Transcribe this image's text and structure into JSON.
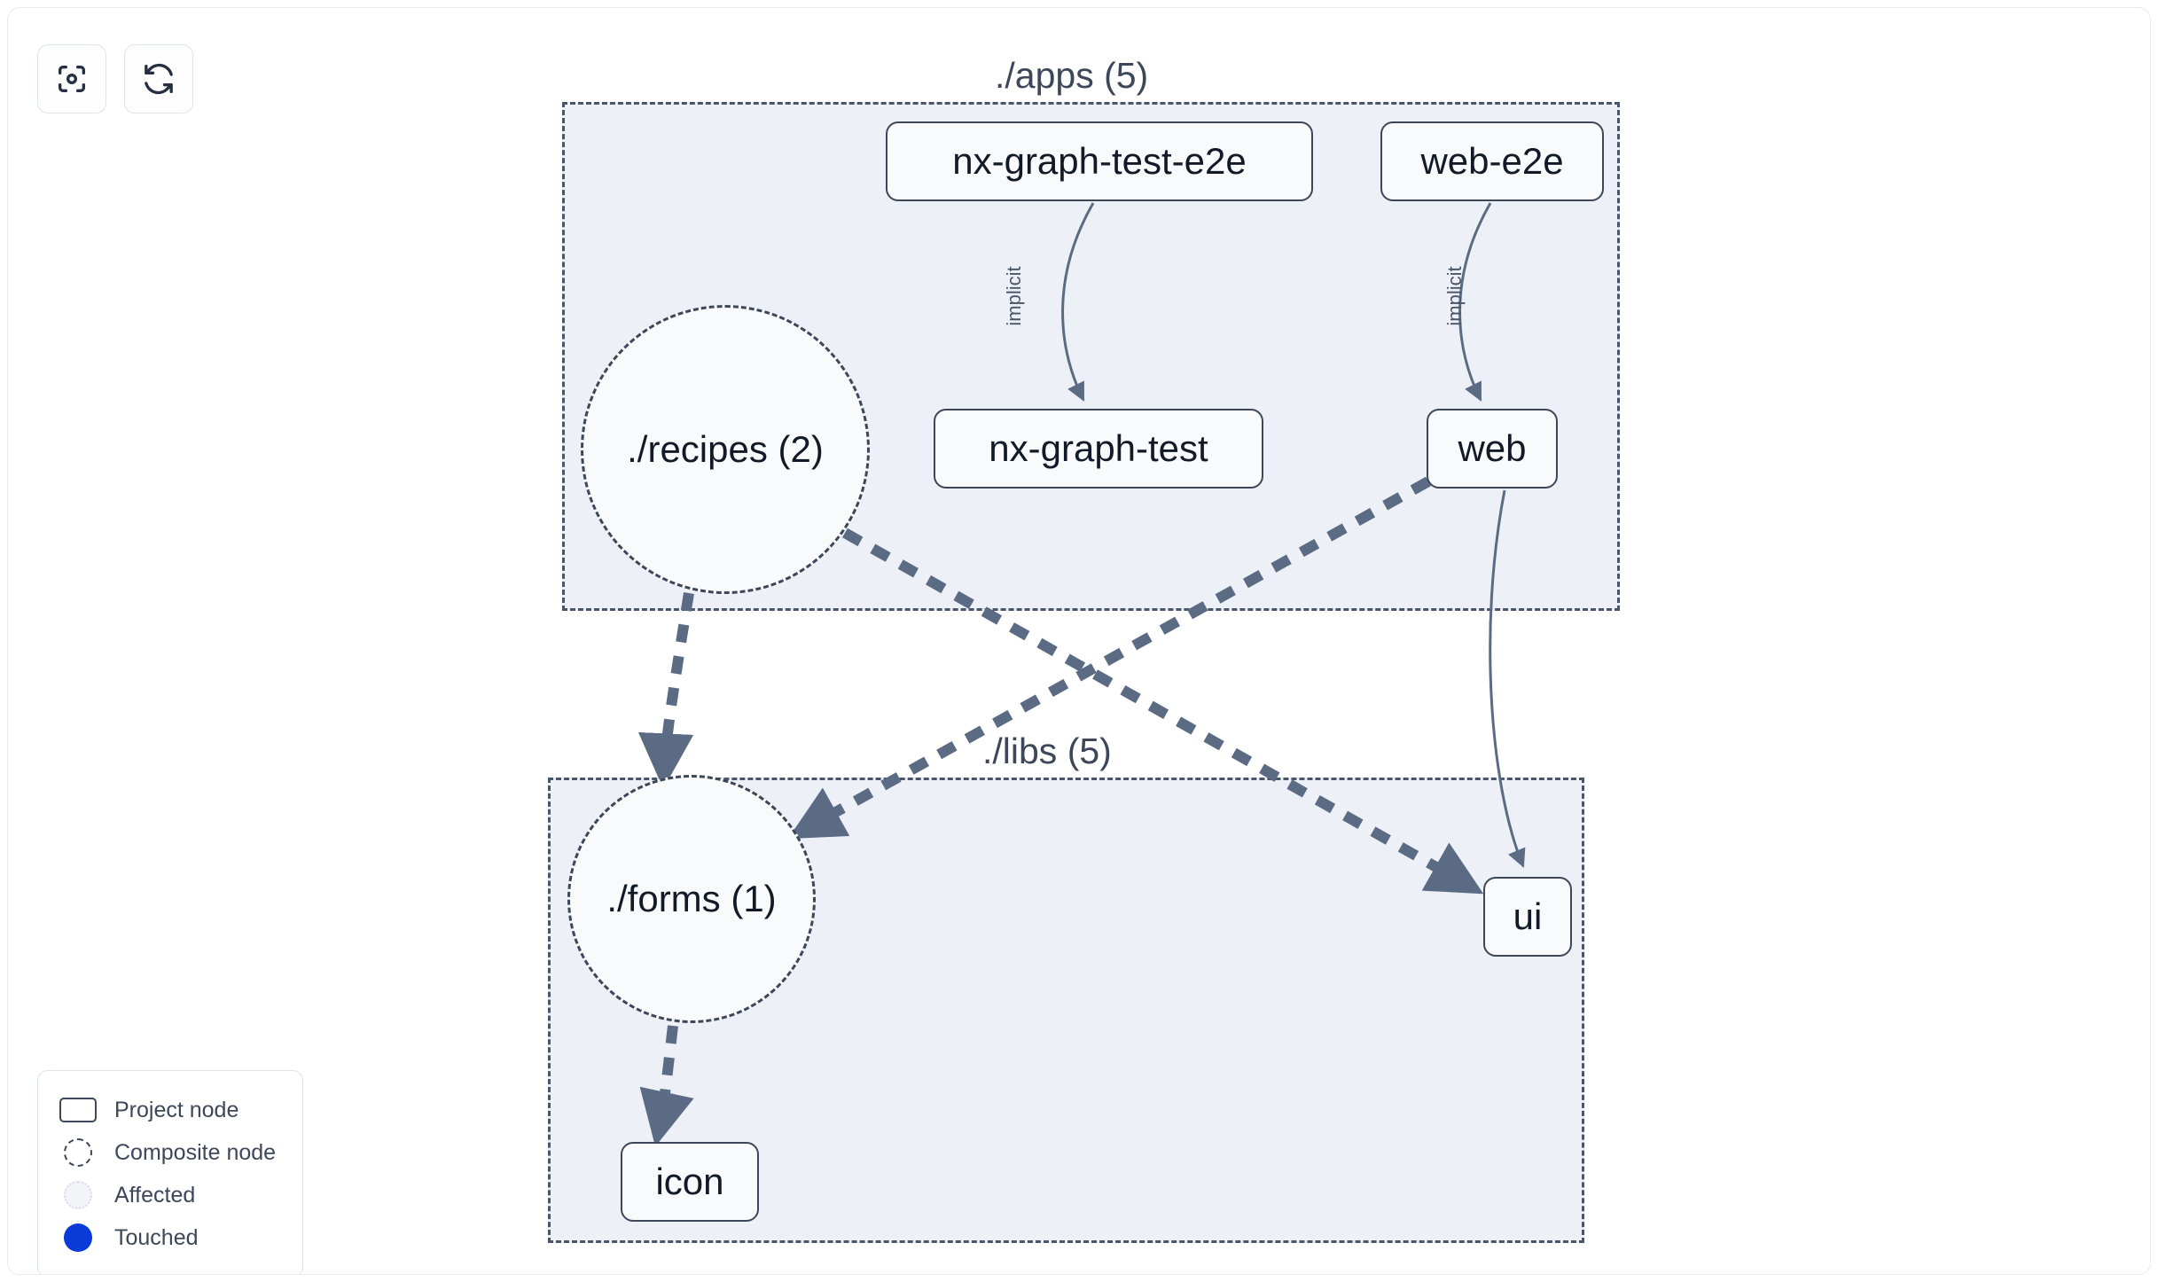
{
  "toolbar": {
    "buttons": [
      {
        "name": "focus-graph-button",
        "icon": "focus-target-icon",
        "label": ""
      },
      {
        "name": "refresh-graph-button",
        "icon": "refresh-icon",
        "label": ""
      }
    ]
  },
  "graph": {
    "groups": [
      {
        "id": "apps",
        "label": "./apps (5)"
      },
      {
        "id": "libs",
        "label": "./libs (5)"
      }
    ],
    "nodes": [
      {
        "id": "nx-graph-test-e2e",
        "label": "nx-graph-test-e2e",
        "type": "project",
        "group": "apps"
      },
      {
        "id": "web-e2e",
        "label": "web-e2e",
        "type": "project",
        "group": "apps"
      },
      {
        "id": "nx-graph-test",
        "label": "nx-graph-test",
        "type": "project",
        "group": "apps"
      },
      {
        "id": "web",
        "label": "web",
        "type": "project",
        "group": "apps"
      },
      {
        "id": "recipes",
        "label": "./recipes (2)",
        "type": "composite",
        "group": "apps"
      },
      {
        "id": "ui",
        "label": "ui",
        "type": "project",
        "group": "libs"
      },
      {
        "id": "icon",
        "label": "icon",
        "type": "project",
        "group": "libs"
      },
      {
        "id": "forms",
        "label": "./forms (1)",
        "type": "composite",
        "group": "libs"
      }
    ],
    "edges": [
      {
        "from": "nx-graph-test-e2e",
        "to": "nx-graph-test",
        "label": "implicit",
        "style": "solid"
      },
      {
        "from": "web-e2e",
        "to": "web",
        "label": "implicit",
        "style": "solid"
      },
      {
        "from": "web",
        "to": "ui",
        "label": "",
        "style": "solid"
      },
      {
        "from": "recipes",
        "to": "forms",
        "label": "",
        "style": "dashed"
      },
      {
        "from": "recipes",
        "to": "ui",
        "label": "",
        "style": "dashed"
      },
      {
        "from": "web",
        "to": "forms",
        "label": "",
        "style": "dashed"
      },
      {
        "from": "forms",
        "to": "icon",
        "label": "",
        "style": "dashed"
      }
    ]
  },
  "legend": {
    "items": [
      {
        "swatch": "project-node-swatch",
        "label": "Project node"
      },
      {
        "swatch": "composite-node-swatch",
        "label": "Composite node"
      },
      {
        "swatch": "affected-swatch",
        "label": "Affected"
      },
      {
        "swatch": "touched-swatch",
        "label": "Touched"
      }
    ]
  },
  "colors": {
    "group_fill": "#edf1f7",
    "group_border": "#4a5568",
    "node_fill": "#f8fafc",
    "node_border": "#3d4759",
    "edge": "#5c6b84",
    "touched": "#0a3ad8",
    "text": "#131a27"
  }
}
